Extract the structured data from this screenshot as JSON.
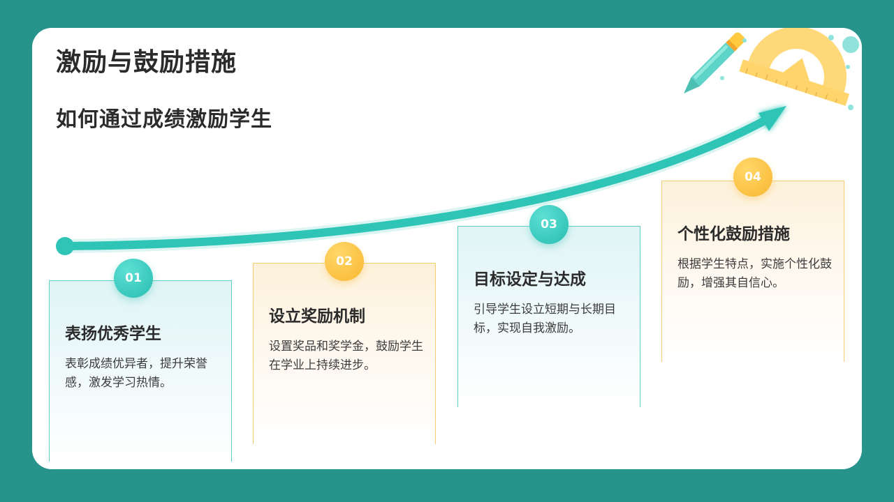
{
  "title": "激励与鼓励措施",
  "subtitle": "如何通过成绩激励学生",
  "steps": [
    {
      "number": "01",
      "title": "表扬优秀学生",
      "desc": "表彰成绩优异者，提升荣誉感，激发学习热情。",
      "accent": "#2cc0b4"
    },
    {
      "number": "02",
      "title": "设立奖励机制",
      "desc": "设置奖品和奖学金，鼓励学生在学业上持续进步。",
      "accent": "#f8b730"
    },
    {
      "number": "03",
      "title": "目标设定与达成",
      "desc": "引导学生设立短期与长期目标，实现自我激励。",
      "accent": "#2cc0b4"
    },
    {
      "number": "04",
      "title": "个性化鼓励措施",
      "desc": "根据学生特点，实施个性化鼓励，增强其自信心。",
      "accent": "#f8b730"
    }
  ],
  "colors": {
    "background": "#26948b",
    "teal": "#2cc0b4",
    "gold": "#f8b730"
  },
  "decorations": {
    "pencil": "pencil-icon",
    "protractor": "protractor-icon",
    "arrow": "growth-arrow"
  }
}
